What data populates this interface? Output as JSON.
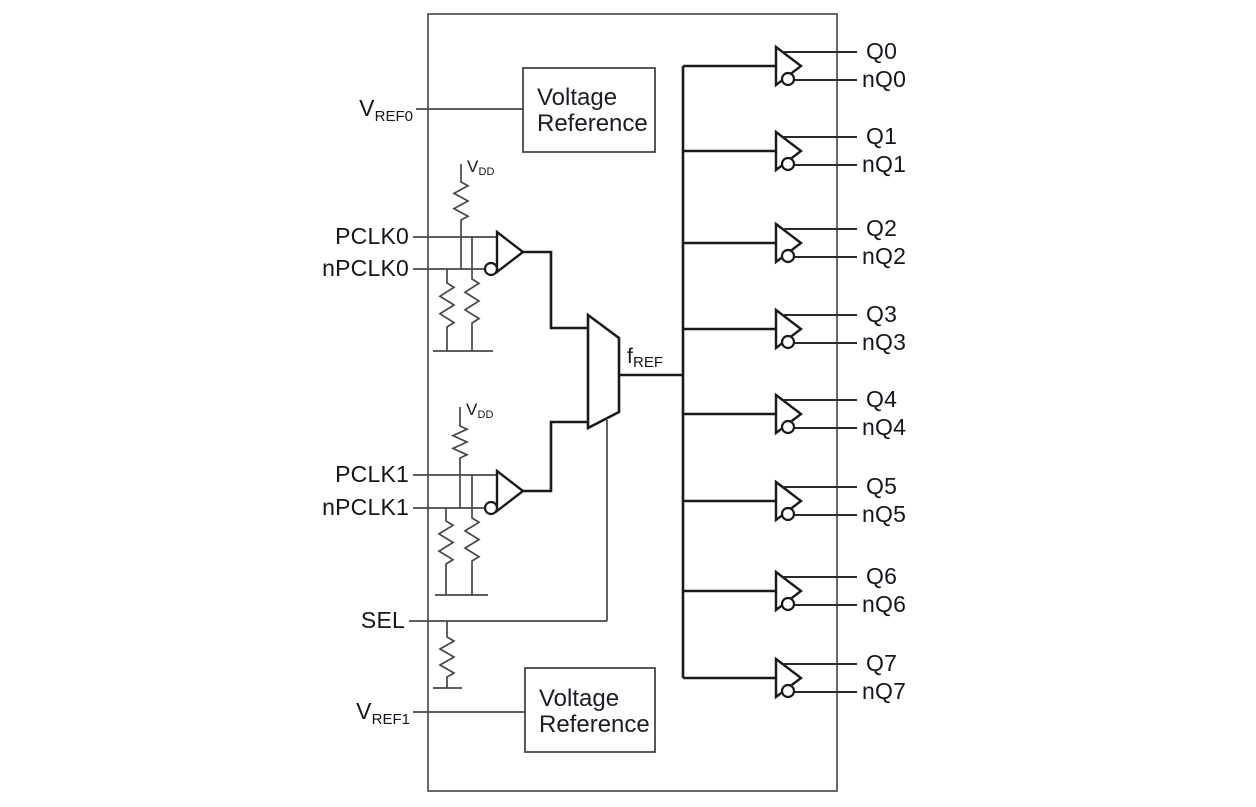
{
  "pins": {
    "vref0": {
      "base": "V",
      "sub": "REF0"
    },
    "pclk0": "PCLK0",
    "npclk0": "nPCLK0",
    "vdd_top": {
      "base": "V",
      "sub": "DD"
    },
    "vdd_bottom": {
      "base": "V",
      "sub": "DD"
    },
    "pclk1": "PCLK1",
    "npclk1": "nPCLK1",
    "sel": "SEL",
    "vref1": {
      "base": "V",
      "sub": "REF1"
    },
    "fref": {
      "base": "f",
      "sub": "REF"
    }
  },
  "blocks": {
    "voltage_reference_top": {
      "line1": "Voltage",
      "line2": "Reference"
    },
    "voltage_reference_bottom": {
      "line1": "Voltage",
      "line2": "Reference"
    }
  },
  "outputs": [
    {
      "q": "Q0",
      "nq": "nQ0"
    },
    {
      "q": "Q1",
      "nq": "nQ1"
    },
    {
      "q": "Q2",
      "nq": "nQ2"
    },
    {
      "q": "Q3",
      "nq": "nQ3"
    },
    {
      "q": "Q4",
      "nq": "nQ4"
    },
    {
      "q": "Q5",
      "nq": "nQ5"
    },
    {
      "q": "Q6",
      "nq": "nQ6"
    },
    {
      "q": "Q7",
      "nq": "nQ7"
    }
  ],
  "colors": {
    "thin_line": "#474747",
    "bold_line": "#1a1a1a",
    "text": "#15151d",
    "background": "#ffffff"
  }
}
